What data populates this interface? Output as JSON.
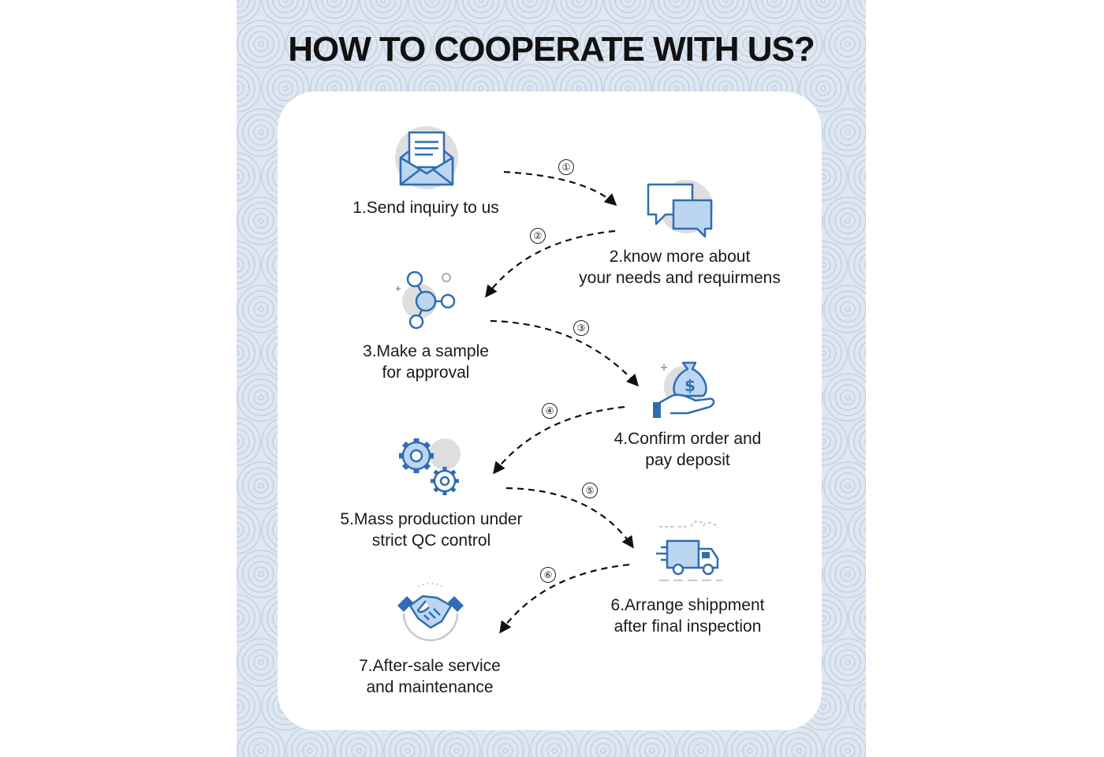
{
  "title": "HOW TO COOPERATE WITH US?",
  "colors": {
    "background_pattern": "#dfe7f1",
    "pattern_stroke": "#c4d2e3",
    "card": "#ffffff",
    "icon_blue": "#2f6db3",
    "icon_light_blue": "#bcd6f2",
    "icon_gray": "#dedede",
    "text": "#1a1a1a"
  },
  "steps": [
    {
      "label": "1.Send inquiry to us",
      "icon": "envelope-letter-icon"
    },
    {
      "label": "2.know more about\nyour needs and requirmens",
      "icon": "chat-bubbles-icon"
    },
    {
      "label": "3.Make a sample\nfor approval",
      "icon": "molecule-nodes-icon"
    },
    {
      "label": "4.Confirm order and\npay deposit",
      "icon": "money-bag-hand-icon"
    },
    {
      "label": "5.Mass production under\nstrict QC control",
      "icon": "gears-icon"
    },
    {
      "label": "6.Arrange shippment\nafter final inspection",
      "icon": "delivery-truck-icon"
    },
    {
      "label": "7.After-sale service\nand maintenance",
      "icon": "handshake-icon"
    }
  ],
  "connectors": [
    {
      "number": "①"
    },
    {
      "number": "②"
    },
    {
      "number": "③"
    },
    {
      "number": "④"
    },
    {
      "number": "⑤"
    },
    {
      "number": "⑥"
    }
  ]
}
